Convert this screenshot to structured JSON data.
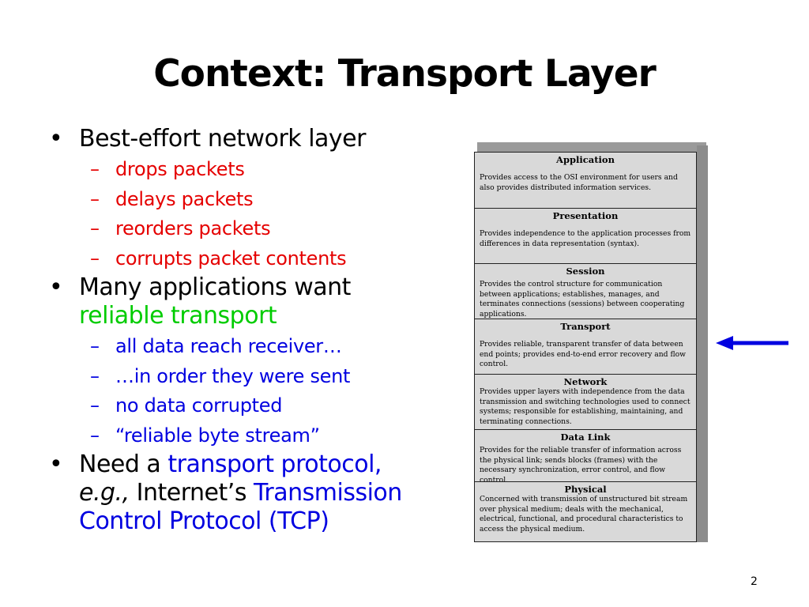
{
  "title": "Context: Transport Layer",
  "bullets": {
    "b1": "Best-effort network layer",
    "b1_subs": [
      "drops packets",
      "delays packets",
      "reorders packets",
      "corrupts packet contents"
    ],
    "b2_a": "Many applications want",
    "b2_b": "reliable transport",
    "b2_subs": [
      "all data reach receiver…",
      "…in order they were sent",
      "no data corrupted",
      "“reliable byte stream”"
    ],
    "b3_need": "Need a",
    "b3_tp": "transport protocol,",
    "b3_eg": "e.g.,",
    "b3_internets": "Internet’s",
    "b3_tx": "Transmission",
    "b3_tcp": "Control Protocol (TCP)"
  },
  "bullet_symbol": "•",
  "dash_symbol": "–",
  "osi_layers": [
    {
      "name": "Application",
      "desc": "Provides access to the OSI environment for users and also provides distributed information services."
    },
    {
      "name": "Presentation",
      "desc": "Provides independence to the application processes from differences in data representation (syntax)."
    },
    {
      "name": "Session",
      "desc": "Provides the control structure for communication between applications; establishes, manages, and terminates connections (sessions) between cooperating applications."
    },
    {
      "name": "Transport",
      "desc": "Provides reliable, transparent transfer of data between end points; provides end-to-end error recovery and flow control."
    },
    {
      "name": "Network",
      "desc": "Provides upper layers with independence from the data transmission and switching technologies used to connect systems; responsible for establishing, maintaining, and terminating connections."
    },
    {
      "name": "Data Link",
      "desc": "Provides for the reliable transfer of information across the physical link; sends blocks (frames) with the necessary synchronization, error control, and flow control."
    },
    {
      "name": "Physical",
      "desc": "Concerned with transmission of unstructured bit stream over physical medium; deals with the mechanical, electrical, functional, and procedural characteristics to access the physical medium."
    }
  ],
  "arrow_color": "#0000e0",
  "page_number": "2"
}
